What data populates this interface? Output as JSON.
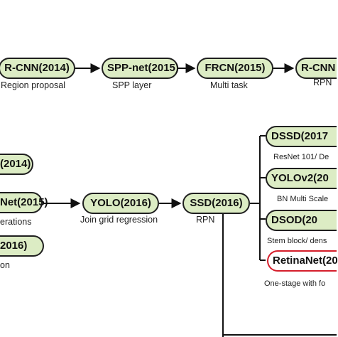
{
  "colors": {
    "node_fill": "#dcecc4",
    "node_border": "#1f1f1f",
    "highlight_border": "#d51e2b",
    "line": "#111111"
  },
  "two_stage": {
    "nodes": [
      {
        "label": "R-CNN(2014)",
        "caption": "Region proposal"
      },
      {
        "label": "SPP-net(2015)",
        "caption": "SPP layer"
      },
      {
        "label": "FRCN(2015)",
        "caption": "Multi task"
      },
      {
        "label": "R-CNN",
        "caption": "RPN"
      }
    ]
  },
  "one_stage": {
    "left_nodes": [
      {
        "label": "(2014)"
      },
      {
        "label": "Net(2015)",
        "caption": "erations"
      },
      {
        "label": "2016)",
        "caption": "on"
      }
    ],
    "yolo": {
      "label": "YOLO(2016)",
      "caption": "Join grid regression"
    },
    "ssd": {
      "label": "SSD(2016)",
      "caption": "RPN"
    },
    "branches": [
      {
        "label": "DSSD(2017",
        "caption": "ResNet 101/ De"
      },
      {
        "label": "YOLOv2(20",
        "caption": "BN Multi Scale"
      },
      {
        "label": "DSOD(20",
        "caption": "Stem block/ dens"
      },
      {
        "label": "RetinaNet(20"
      }
    ],
    "group_caption": "One-stage with fo"
  }
}
